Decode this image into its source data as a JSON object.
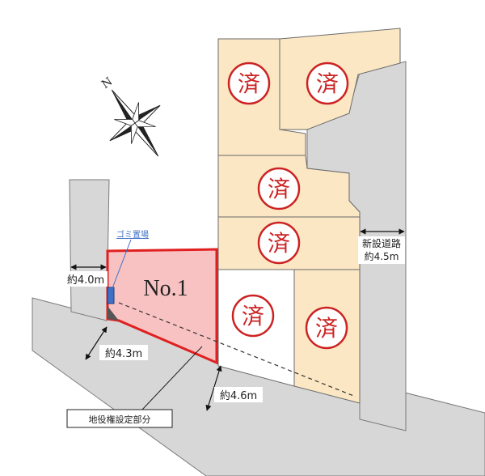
{
  "lot": {
    "label": "No.1"
  },
  "sold_mark": "済",
  "sold_lots": [
    {
      "id": "lot-a",
      "mark": "済"
    },
    {
      "id": "lot-b",
      "mark": "済"
    },
    {
      "id": "lot-c",
      "mark": "済"
    },
    {
      "id": "lot-d",
      "mark": "済"
    },
    {
      "id": "lot-e",
      "mark": "済"
    },
    {
      "id": "lot-f",
      "mark": "済"
    }
  ],
  "labels": {
    "garbage": "ゴミ置場",
    "new_road": "新設道路",
    "new_road_width": "約4.5m",
    "west_road_width": "約4.0m",
    "front_road_width_1": "約4.3m",
    "front_road_width_2": "約4.6m",
    "easement": "地役権設定部分"
  },
  "compass": {
    "north_label": "N"
  },
  "colors": {
    "road": "#d7d7d7",
    "sold_lot": "#fbe7c4",
    "lot_fill": "#f9c2c2",
    "lot_border": "#e02020",
    "sold_mark": "#cc2222",
    "garbage": "#3f6fc7",
    "text": "#222222"
  }
}
